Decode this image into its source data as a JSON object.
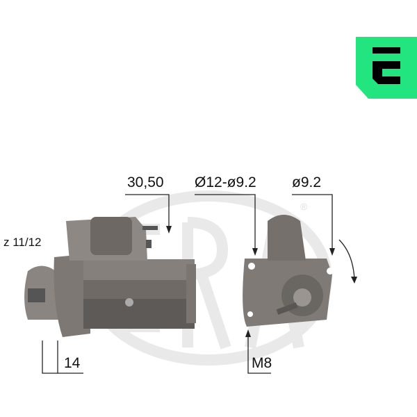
{
  "brand": {
    "logo_letter": "E",
    "logo_color": "#22e57f",
    "watermark": "ERA",
    "registered_mark": "®"
  },
  "dimensions": {
    "solenoid_spacing": "30,50",
    "bolt_holes": "Ø12-ø9.2",
    "hole_right": "ø9.2",
    "teeth": "z 11/12",
    "pinion": "14",
    "thread": "M8"
  },
  "rotation": "clockwise"
}
